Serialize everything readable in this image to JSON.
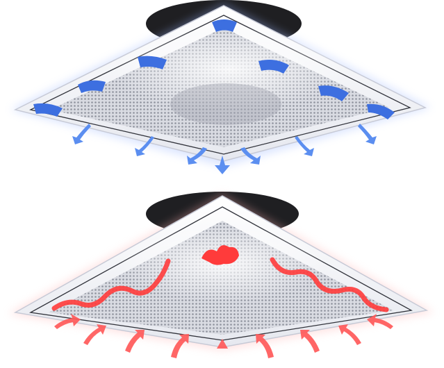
{
  "scene": {
    "description_free": true
  },
  "panels": [
    {
      "id": "cooling",
      "mode_color": "#3d6fe0",
      "arrow_color": "#5b8ef0",
      "glow_color": "#9db8ff",
      "icon": "downward-cool-airflow-arrows"
    },
    {
      "id": "heating",
      "mode_color": "#ff3b3b",
      "arrow_color": "#ff5a5a",
      "glow_color": "#ffb3b3",
      "icon": "upward-warm-airflow-arrows"
    }
  ],
  "colors": {
    "frame": "#f2f3f7",
    "frame_edge": "#c7cad6",
    "grille": "#8f939e",
    "mount": "#1f1f22"
  }
}
